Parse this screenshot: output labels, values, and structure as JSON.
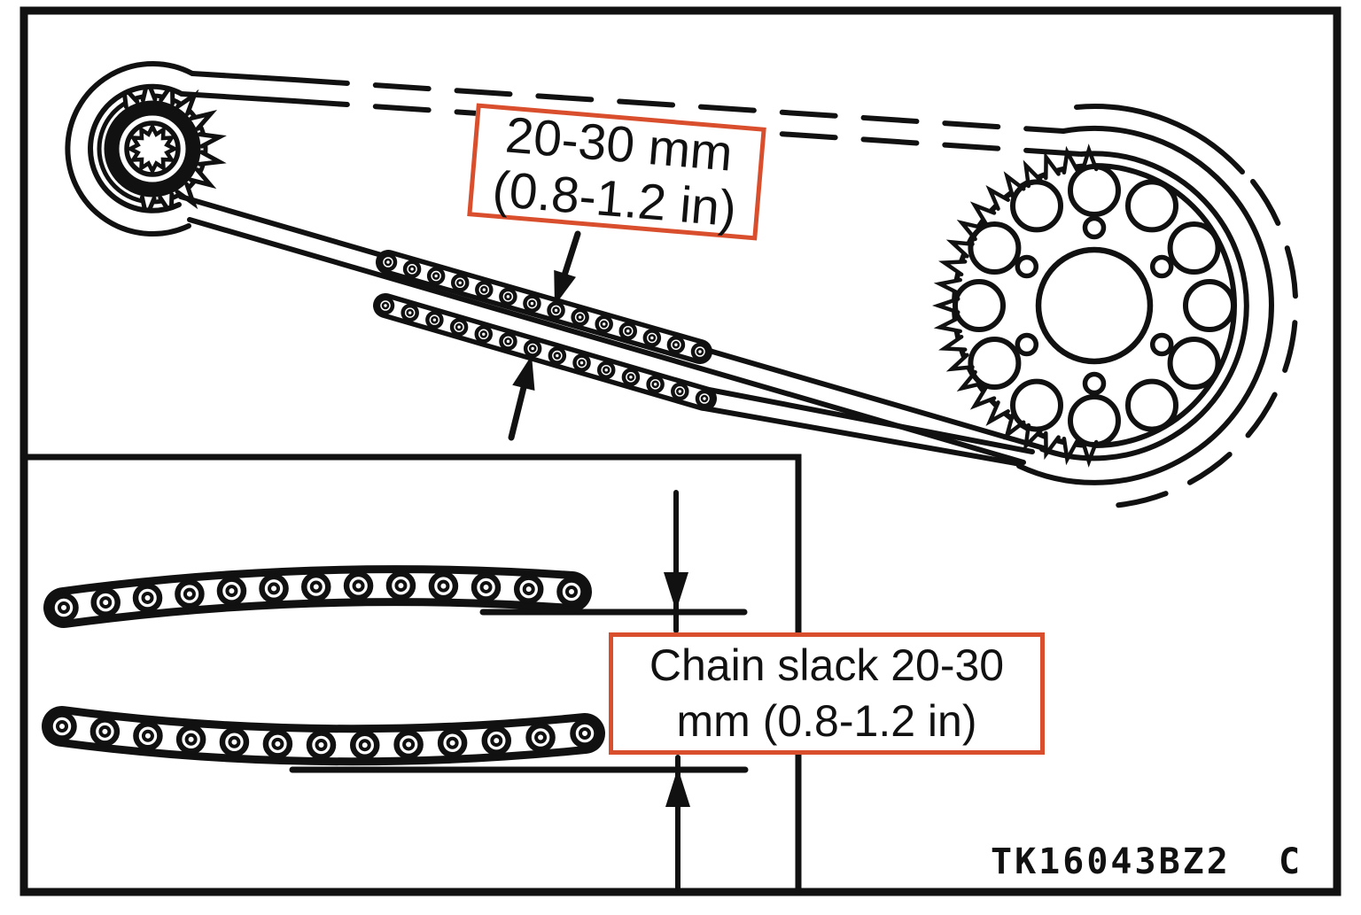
{
  "figure": {
    "type": "motorcycle drive chain slack inspection diagram",
    "callout_upper": {
      "line1": "20-30 mm",
      "line2": "(0.8-1.2 in)"
    },
    "callout_lower": {
      "line1": "Chain slack 20-30",
      "line2": "mm (0.8-1.2 in)"
    },
    "part_code": "TK16043BZ2  C",
    "colors": {
      "line": "#111111",
      "callout_border": "#d94f2e",
      "background": "#ffffff"
    }
  }
}
